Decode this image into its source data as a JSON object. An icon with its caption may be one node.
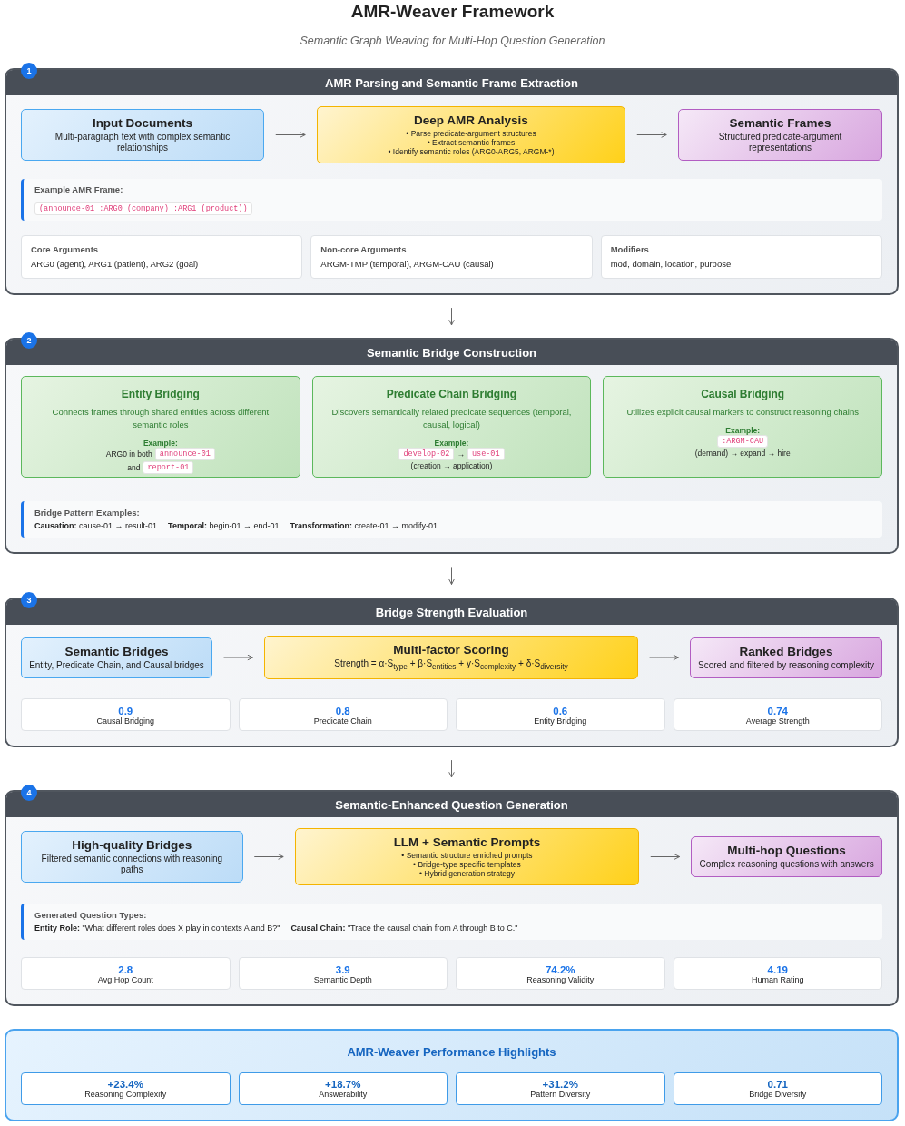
{
  "diagram": {
    "title": "AMR-Weaver Framework",
    "nodes": [
      {
        "text": [
          "1",
          "AMR Parsing and Semantic Frame Extraction"
        ]
      },
      {
        "text": [
          "Input Documents",
          "Multi-paragraph text with complex semantic relationships"
        ],
        "in": 0
      },
      {
        "text": [
          "Deep AMR Analysis",
          "• Parse predicate-argument structures",
          "• Extract semantic frames",
          "• Identify semantic roles (ARG0-ARG5, ARGM-*)"
        ],
        "in": 0
      },
      {
        "text": [
          "Semantic Frames",
          "Structured predicate-argument representations"
        ],
        "in": 0
      },
      {
        "text": [
          "Example AMR Frame:",
          "(announce-01 :ARG0 (company) :ARG1 (product))"
        ],
        "in": 0
      },
      {
        "text": [
          "Core Arguments",
          "ARG0 (agent), ARG1 (patient), ARG2 (goal)"
        ],
        "in": 0
      },
      {
        "text": [
          "Non-core Arguments",
          "ARGM-TMP (temporal), ARGM-CAU (causal)"
        ],
        "in": 0
      },
      {
        "text": [
          "Modifiers",
          "mod, domain, location, purpose"
        ],
        "in": 0
      },
      {
        "text": [
          "2",
          "Semantic Bridge Construction"
        ]
      },
      {
        "text": [
          "Entity Bridging",
          "Connects frames through shared entities across different semantic roles",
          "Example:",
          "ARG0 in both",
          "announce-01",
          "and",
          "report-01"
        ],
        "in": 8
      },
      {
        "text": [
          "Predicate Chain Bridging",
          "Discovers semantically related predicate sequences (temporal, causal, logical)",
          "Example:",
          "develop-02",
          "→",
          "use-01",
          "(creation → application)"
        ],
        "in": 8
      },
      {
        "text": [
          "Causal Bridging",
          "Utilizes explicit causal markers to construct reasoning chains",
          "Example:",
          ":ARGM-CAU",
          "(demand) → expand → hire"
        ],
        "in": 8
      },
      {
        "text": [
          "Bridge Pattern Examples:",
          "**Causation:** cause-01 → result-01",
          "**Temporal:** begin-01 → end-01",
          "**Transformation:** create-01 → modify-01"
        ],
        "in": 8
      },
      {
        "text": [
          "3",
          "Bridge Strength Evaluation"
        ]
      },
      {
        "text": [
          "Semantic Bridges",
          "Entity, Predicate Chain, and Causal bridges"
        ],
        "in": 13
      },
      {
        "text": [
          "Multi-factor Scoring",
          "Strength = α·S$_{type}$ + β·S$_{entities}$ + γ·S$_{complexity}$ + δ·S$_{diversity}$"
        ],
        "in": 13
      },
      {
        "text": [
          "Ranked Bridges",
          "Scored and filtered by reasoning complexity"
        ],
        "in": 13
      },
      {
        "text": [
          "0.9",
          "Causal Bridging"
        ],
        "in": 13
      },
      {
        "text": [
          "0.8",
          "Predicate Chain"
        ],
        "in": 13
      },
      {
        "text": [
          "0.6",
          "Entity Bridging"
        ],
        "in": 13
      },
      {
        "text": [
          "0.74",
          "Average Strength"
        ],
        "in": 13
      },
      {
        "text": [
          "4",
          "Semantic-Enhanced Question Generation"
        ]
      },
      {
        "text": [
          "High-quality Bridges",
          "Filtered semantic connections with reasoning paths"
        ],
        "in": 21
      },
      {
        "text": [
          "LLM + Semantic Prompts",
          "• Semantic structure enriched prompts",
          "• Bridge-type specific templates",
          "• Hybrid generation strategy"
        ],
        "in": 21
      },
      {
        "text": [
          "Multi-hop Questions",
          "Complex reasoning questions with answers"
        ],
        "in": 21
      },
      {
        "text": [
          "Generated Question Types:",
          "**Entity Role:** \"What different roles does X play in contexts A and B?\"",
          "**Causal Chain:** \"Trace the causal chain from A through B to C.\""
        ],
        "in": 21
      },
      {
        "text": [
          "2.8",
          "Avg Hop Count"
        ],
        "in": 21
      },
      {
        "text": [
          "3.9",
          "Semantic Depth"
        ],
        "in": 21
      },
      {
        "text": [
          "74.2%",
          "Reasoning Validity"
        ],
        "in": 21
      },
      {
        "text": [
          "4.19",
          "Human Rating"
        ],
        "in": 21
      },
      {
        "text": [
          "AMR-Weaver Performance Highlights"
        ]
      },
      {
        "text": [
          "+23.4%",
          "Reasoning Complexity"
        ],
        "in": 30
      },
      {
        "text": [
          "+18.7%",
          "Answerability"
        ],
        "in": 30
      },
      {
        "text": [
          "+31.2%",
          "Pattern Diversity"
        ],
        "in": 30
      },
      {
        "text": [
          "0.71",
          "Bridge Diversity"
        ],
        "in": 30
      }
    ],
    "edges": [
      {
        "from": 1,
        "to": 2,
        "arrow": "to"
      },
      {
        "from": 2,
        "to": 3,
        "arrow": "to"
      },
      {
        "from": 0,
        "to": 8,
        "arrow": "to"
      },
      {
        "from": 8,
        "to": 13,
        "arrow": "to"
      },
      {
        "from": 14,
        "to": 15,
        "arrow": "to"
      },
      {
        "from": 15,
        "to": 16,
        "arrow": "to"
      },
      {
        "from": 13,
        "to": 21,
        "arrow": "to"
      },
      {
        "from": 22,
        "to": 23,
        "arrow": "to"
      },
      {
        "from": 23,
        "to": 24,
        "arrow": "to"
      }
    ],
    "labels": [
      "Semantic Graph Weaving for Multi-Hop Question Generation"
    ]
  }
}
